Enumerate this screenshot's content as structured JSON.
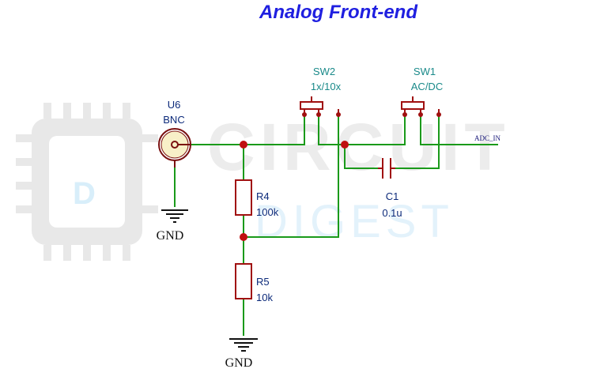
{
  "title": "Analog Front-end",
  "watermark": {
    "line1": "CIRCUIT",
    "line2": "DIGEST",
    "logo_letter": "D"
  },
  "components": {
    "u6": {
      "ref": "U6",
      "value": "BNC"
    },
    "sw2": {
      "ref": "SW2",
      "value": "1x/10x"
    },
    "sw1": {
      "ref": "SW1",
      "value": "AC/DC"
    },
    "r4": {
      "ref": "R4",
      "value": "100k"
    },
    "r5": {
      "ref": "R5",
      "value": "10k"
    },
    "c1": {
      "ref": "C1",
      "value": "0.1u"
    }
  },
  "net_labels": {
    "adc": "ADC_IN"
  },
  "ground_labels": {
    "gnd1": "GND",
    "gnd2": "GND"
  },
  "colors": {
    "wire": "#1a9a1a",
    "part": "#a01010",
    "title": "#1f1fe0",
    "junction": "#c01010"
  }
}
